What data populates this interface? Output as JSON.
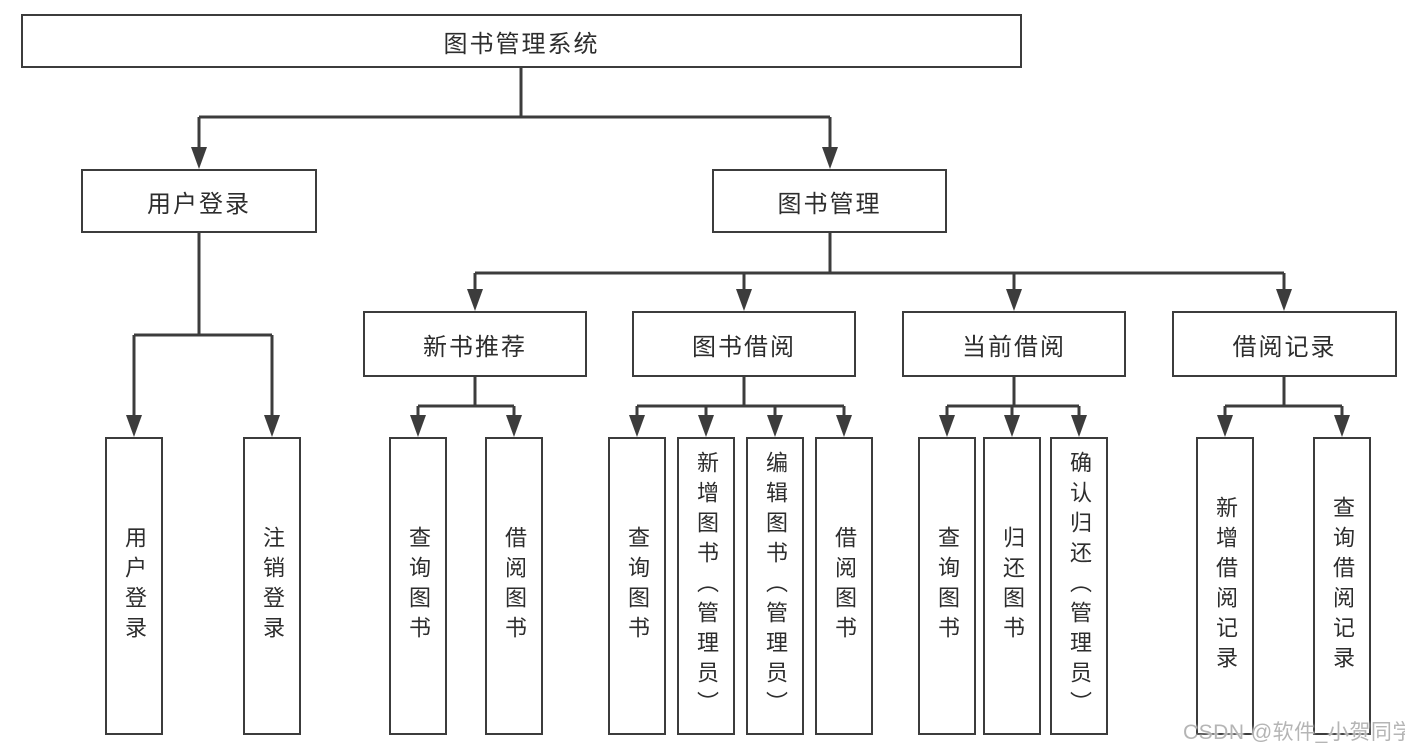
{
  "tree": {
    "root": {
      "label": "图书管理系统"
    },
    "children": [
      {
        "label": "用户登录",
        "children": [
          {
            "label": "用户登录"
          },
          {
            "label": "注销登录"
          }
        ]
      },
      {
        "label": "图书管理",
        "children": [
          {
            "label": "新书推荐",
            "children": [
              {
                "label": "查询图书"
              },
              {
                "label": "借阅图书"
              }
            ]
          },
          {
            "label": "图书借阅",
            "children": [
              {
                "label": "查询图书"
              },
              {
                "label": "新增图书（管理员）"
              },
              {
                "label": "编辑图书（管理员）"
              },
              {
                "label": "借阅图书"
              }
            ]
          },
          {
            "label": "当前借阅",
            "children": [
              {
                "label": "查询图书"
              },
              {
                "label": "归还图书"
              },
              {
                "label": "确认归还（管理员）"
              }
            ]
          },
          {
            "label": "借阅记录",
            "children": [
              {
                "label": "新增借阅记录"
              },
              {
                "label": "查询借阅记录"
              }
            ]
          }
        ]
      }
    ]
  },
  "watermark": "CSDN @软件_小贺同学",
  "colors": {
    "line": "#3c3c3c",
    "text": "#2d2d2d",
    "watermark": "#b5b5b5"
  }
}
